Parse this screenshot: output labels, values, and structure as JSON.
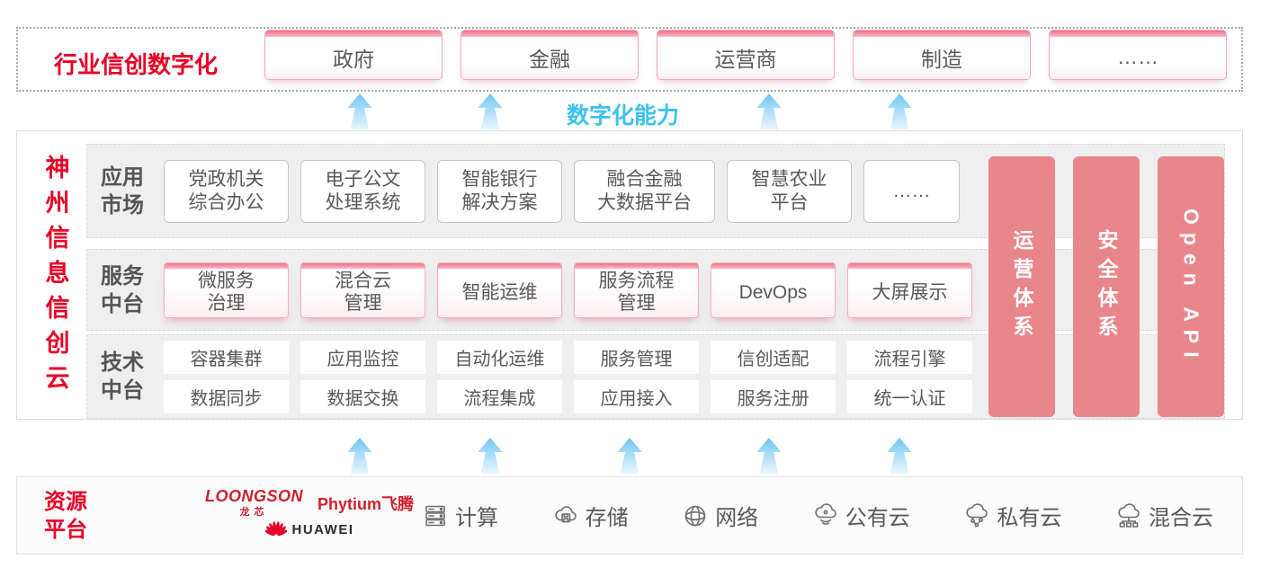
{
  "colors": {
    "brand_red": "#e60027",
    "pillar_pink": "#e9868c",
    "capability_blue": "#3ec1f0",
    "card_border_pink": "#f3b0bd",
    "card_text": "#595959"
  },
  "top": {
    "label": "行业信创数字化",
    "industries": [
      "政府",
      "金融",
      "运营商",
      "制造",
      "……"
    ]
  },
  "capability_label": "数字化能力",
  "platform": {
    "title": "神州信息信创云",
    "title_chars": [
      "神",
      "州",
      "信",
      "息",
      "信",
      "创",
      "云"
    ],
    "rows": [
      {
        "label_lines": [
          "应用",
          "市场"
        ],
        "card_style": "outline",
        "cards": [
          {
            "lines": [
              "党政机关",
              "综合办公"
            ]
          },
          {
            "lines": [
              "电子公文",
              "处理系统"
            ]
          },
          {
            "lines": [
              "智能银行",
              "解决方案"
            ]
          },
          {
            "lines": [
              "融合金融",
              "大数据平台"
            ],
            "variant": "wide"
          },
          {
            "lines": [
              "智慧农业",
              "平台"
            ]
          },
          {
            "lines": [
              "……"
            ],
            "variant": "narrow"
          }
        ]
      },
      {
        "label_lines": [
          "服务",
          "中台"
        ],
        "card_style": "pink",
        "cards": [
          {
            "lines": [
              "微服务",
              "治理"
            ]
          },
          {
            "lines": [
              "混合云",
              "管理"
            ]
          },
          {
            "lines": [
              "智能运维"
            ]
          },
          {
            "lines": [
              "服务流程",
              "管理"
            ]
          },
          {
            "lines": [
              "DevOps"
            ]
          },
          {
            "lines": [
              "大屏展示"
            ]
          }
        ]
      },
      {
        "label_lines": [
          "技术",
          "中台"
        ],
        "card_style": "flat",
        "card_rows": [
          [
            {
              "lines": [
                "容器集群"
              ]
            },
            {
              "lines": [
                "应用监控"
              ]
            },
            {
              "lines": [
                "自动化运维"
              ]
            },
            {
              "lines": [
                "服务管理"
              ]
            },
            {
              "lines": [
                "信创适配"
              ]
            },
            {
              "lines": [
                "流程引擎"
              ]
            }
          ],
          [
            {
              "lines": [
                "数据同步"
              ]
            },
            {
              "lines": [
                "数据交换"
              ]
            },
            {
              "lines": [
                "流程集成"
              ]
            },
            {
              "lines": [
                "应用接入"
              ]
            },
            {
              "lines": [
                "服务注册"
              ]
            },
            {
              "lines": [
                "统一认证"
              ]
            }
          ]
        ]
      }
    ],
    "pillars": [
      {
        "label": "运营体系"
      },
      {
        "label": "安全体系"
      },
      {
        "label": "Open API"
      }
    ]
  },
  "resources": {
    "label_lines": [
      "资源",
      "平台"
    ],
    "vendors": [
      {
        "name": "loongson",
        "text": "LOONGSON",
        "subtext": "龙芯"
      },
      {
        "name": "phytium",
        "text": "Phytium",
        "subtext": "飞腾"
      },
      {
        "name": "huawei",
        "text": "HUAWEI"
      }
    ],
    "items": [
      {
        "icon": "server-icon",
        "label": "计算"
      },
      {
        "icon": "storage-cloud-icon",
        "label": "存储"
      },
      {
        "icon": "network-globe-icon",
        "label": "网络"
      },
      {
        "icon": "public-cloud-icon",
        "label": "公有云"
      },
      {
        "icon": "private-cloud-icon",
        "label": "私有云"
      },
      {
        "icon": "hybrid-cloud-icon",
        "label": "混合云"
      }
    ]
  }
}
